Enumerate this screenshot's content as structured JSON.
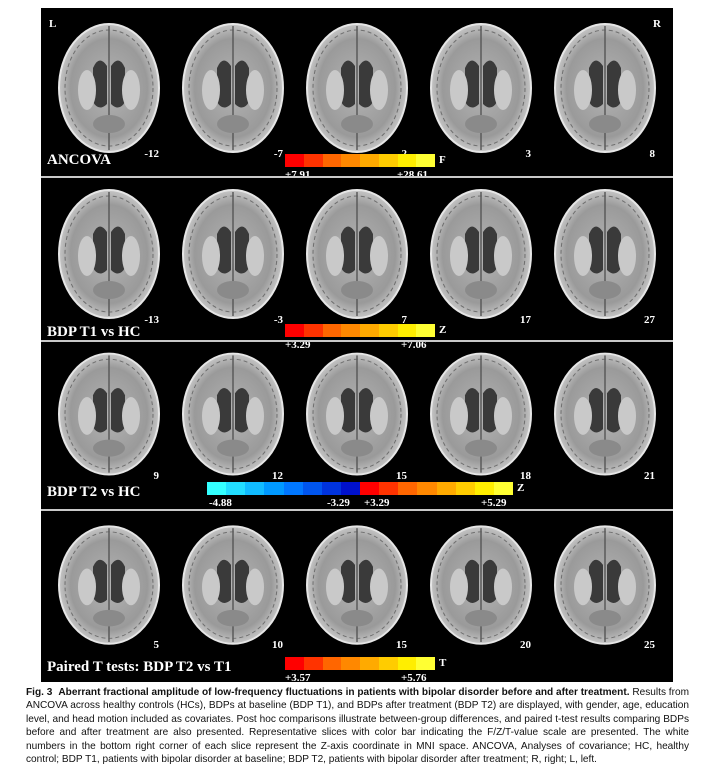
{
  "orientation": {
    "left": "L",
    "right": "R"
  },
  "rows": [
    {
      "title": "ANCOVA",
      "slices": [
        "-12",
        "-7",
        "-2",
        "3",
        "8"
      ],
      "colorbar": {
        "min": "+7.91",
        "max": "+28.61",
        "stat": "F",
        "colors": [
          "#ff0000",
          "#ff3300",
          "#ff6600",
          "#ff8800",
          "#ffaa00",
          "#ffcc00",
          "#ffee00",
          "#ffff33"
        ]
      }
    },
    {
      "title": "BDP T1 vs HC",
      "slices": [
        "-13",
        "-3",
        "7",
        "17",
        "27"
      ],
      "colorbar": {
        "min": "+3.29",
        "max": "+7.06",
        "stat": "Z",
        "colors": [
          "#ff0000",
          "#ff3300",
          "#ff6600",
          "#ff8800",
          "#ffaa00",
          "#ffcc00",
          "#ffee00",
          "#ffff33"
        ]
      }
    },
    {
      "title": "BDP T2 vs HC",
      "slices": [
        "9",
        "12",
        "15",
        "18",
        "21"
      ],
      "colorbar": {
        "neg_min": "-4.88",
        "neg_max": "-3.29",
        "pos_min": "+3.29",
        "pos_max": "+5.29",
        "stat": "Z",
        "neg_colors": [
          "#33ffff",
          "#22ddff",
          "#11bbff",
          "#0099ff",
          "#0077ff",
          "#0055ee",
          "#0033dd",
          "#0011cc"
        ],
        "colors": [
          "#ff0000",
          "#ff3300",
          "#ff6600",
          "#ff8800",
          "#ffaa00",
          "#ffcc00",
          "#ffee00",
          "#ffff33"
        ]
      }
    },
    {
      "title": "Paired T tests: BDP T2 vs T1",
      "slices": [
        "5",
        "10",
        "15",
        "20",
        "25"
      ],
      "colorbar": {
        "min": "+3.57",
        "max": "+5.76",
        "stat": "T",
        "colors": [
          "#ff0000",
          "#ff3300",
          "#ff6600",
          "#ff8800",
          "#ffaa00",
          "#ffcc00",
          "#ffee00",
          "#ffff33"
        ]
      }
    }
  ],
  "caption": {
    "label": "Fig. 3",
    "title": "Aberrant fractional amplitude of low-frequency fluctuations in patients with bipolar disorder before and after treatment.",
    "body": "Results from ANCOVA across healthy controls (HCs), BDPs at baseline (BDP T1), and BDPs after treatment (BDP T2) are displayed, with gender, age, education level, and head motion included as covariates. Post hoc comparisons illustrate between-group differences, and paired t-test results comparing BDPs before and after treatment are also presented. Representative slices with color bar indicating the F/Z/T-value scale are presented. The white numbers in the bottom right corner of each slice represent the Z-axis coordinate in MNI space. ANCOVA, Analyses of covariance; HC, healthy control; BDP T1, patients with bipolar disorder at baseline; BDP T2, patients with bipolar disorder after treatment; R, right; L, left."
  }
}
